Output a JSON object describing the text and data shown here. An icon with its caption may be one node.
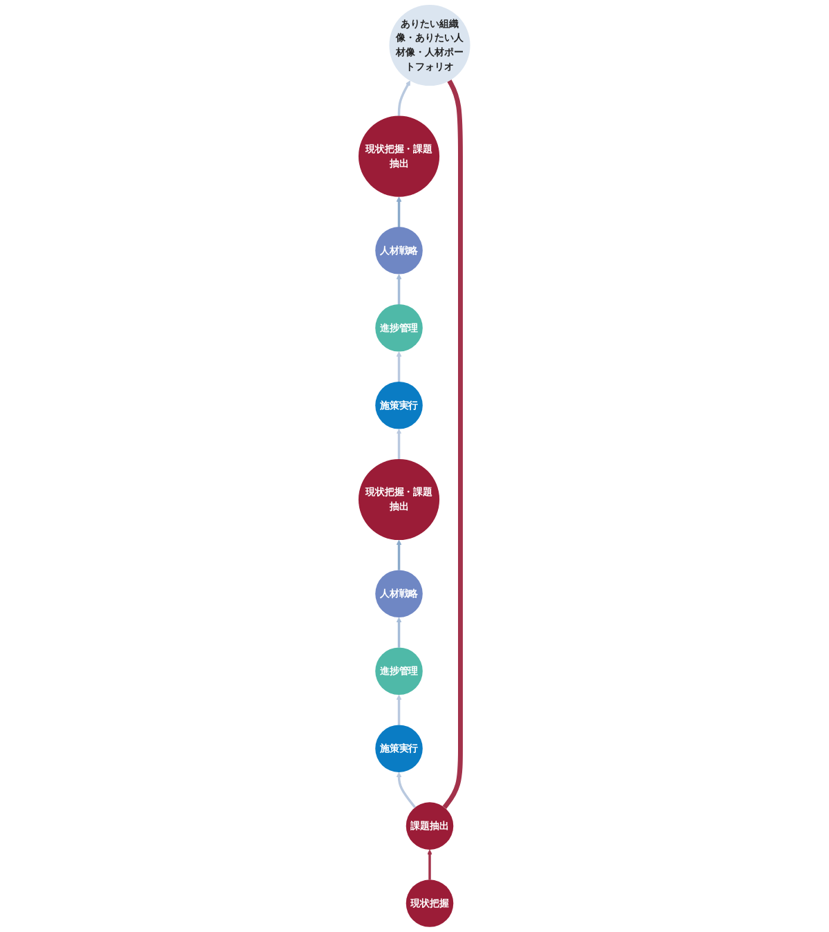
{
  "diagram": {
    "nodes": [
      {
        "text": [
          "現状把握"
        ]
      },
      {
        "text": [
          "課題抽出"
        ]
      },
      {
        "text": [
          "施策実行"
        ]
      },
      {
        "text": [
          "進捗管理"
        ]
      },
      {
        "text": [
          "人材戦略"
        ]
      },
      {
        "text": [
          "現状把握・課題抽出"
        ]
      },
      {
        "text": [
          "施策実行"
        ]
      },
      {
        "text": [
          "進捗管理"
        ]
      },
      {
        "text": [
          "人材戦略"
        ]
      },
      {
        "text": [
          "現状把握・課題抽出"
        ]
      },
      {
        "text": [
          "ありたい組織像・ありたい人材像・人材ポートフォリオ"
        ]
      }
    ],
    "edges": [
      {
        "from": 0,
        "to": 1,
        "arrow": "to",
        "color": "#a3324b"
      },
      {
        "from": 1,
        "to": 2,
        "arrow": "to"
      },
      {
        "from": 2,
        "to": 3,
        "arrow": "to"
      },
      {
        "from": 3,
        "to": 4,
        "arrow": "to",
        "color": "#a5bcd8"
      },
      {
        "from": 4,
        "to": 5,
        "arrow": "to",
        "color": "#8aaacb"
      },
      {
        "from": 5,
        "to": 6,
        "arrow": "to"
      },
      {
        "from": 6,
        "to": 7,
        "arrow": "to"
      },
      {
        "from": 7,
        "to": 8,
        "arrow": "to",
        "color": "#a5bcd8"
      },
      {
        "from": 8,
        "to": 9,
        "arrow": "to",
        "color": "#8aaacb"
      },
      {
        "from": 9,
        "to": 10,
        "arrow": "to"
      },
      {
        "from": 1,
        "to": 10,
        "arrow": "none",
        "style": "thick",
        "color": "#a3324b"
      }
    ]
  }
}
